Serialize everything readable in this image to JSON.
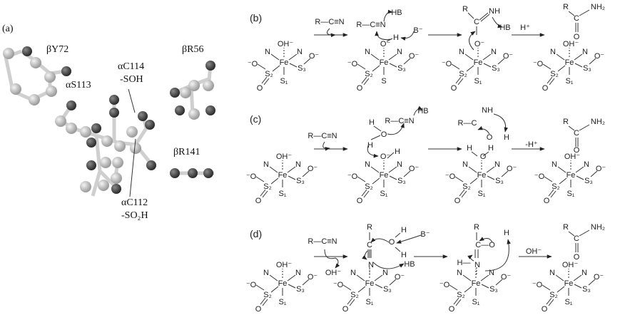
{
  "panel_a": {
    "label": "(a)",
    "residues": [
      "βY72",
      "βR56",
      "αS113",
      "αC114",
      "-SOH",
      "βR141",
      "αC112",
      "-SO₂H"
    ]
  },
  "rows": [
    {
      "label": "(b)",
      "fragments": [
        "R—C≡N",
        "R—C≡N",
        "HB",
        "B⁻",
        "H",
        "R",
        "C",
        "NH",
        "HB",
        "H⁺",
        "R",
        "NH₂",
        "C",
        "O"
      ],
      "complexes": [
        {
          "top": "OH⁻",
          "fe": "Fe",
          "n1": "N",
          "n2": "N",
          "o3": "O⁻",
          "s3": "S₃",
          "s2": "S₂",
          "o2": "⁻O",
          "o2b": "O",
          "s1": "S₁"
        },
        {
          "top": "O⁻",
          "fe": "Fe",
          "n1": "N",
          "n2": "N",
          "o3": "O⁻",
          "s3": "S₃",
          "s2": "S₂",
          "o2": "⁻O",
          "o2b": "O",
          "s1": "S"
        },
        {
          "top": "O⁻",
          "fe": "Fe",
          "n1": "N",
          "n2": "N",
          "o3": "O⁻",
          "s3": "S₃",
          "s2": "S₂",
          "o2": "⁻O",
          "o2b": "O",
          "s1": "S₁"
        },
        {
          "top": "OH⁻",
          "fe": "Fe",
          "n1": "N",
          "n2": "N",
          "o3": "O⁻",
          "s3": "S₃",
          "s2": "S₂",
          "o2": "⁻O",
          "o2b": "O",
          "s1": "S₁"
        }
      ]
    },
    {
      "label": "(c)",
      "fragments": [
        "R—C≡N",
        "R—C≡N",
        "HB",
        "H",
        "O",
        "H",
        "H",
        "NH",
        "R—C",
        "O",
        "H",
        "H",
        "H",
        "-H⁺",
        "R",
        "NH₂",
        "C",
        "O"
      ],
      "complexes": [
        {
          "top": "OH⁻",
          "fe": "Fe",
          "n1": "N",
          "n2": "N",
          "o3": "O⁻",
          "s3": "S₃",
          "s2": "S₂",
          "o2": "⁻O",
          "o2b": "O",
          "s1": "S₁"
        },
        {
          "top": "O⁻",
          "fe": "Fe",
          "n1": "N",
          "n2": "N",
          "o3": "O⁻",
          "s3": "S₃",
          "s2": "S₂",
          "o2": "⁻O",
          "o2b": "O",
          "s1": "S₁"
        },
        {
          "top": "O",
          "fe": "Fe",
          "n1": "N",
          "n2": "N",
          "o3": "O⁻",
          "s3": "S₃",
          "s2": "S₂",
          "o2": "⁻O",
          "o2b": "O",
          "s1": "S₁"
        },
        {
          "top": "OH⁻",
          "fe": "Fe",
          "n1": "N",
          "n2": "N",
          "o3": "O⁻",
          "s3": "S₃",
          "s2": "S₂",
          "o2": "⁻O",
          "o2b": "O",
          "s1": "S₁"
        }
      ]
    },
    {
      "label": "(d)",
      "fragments": [
        "R—C≡N",
        "OH⁻",
        "R",
        "C",
        "H",
        "O",
        "H",
        "B⁻",
        "HB",
        "R",
        "C—O",
        "H",
        "H—",
        "OH⁻",
        "R",
        "NH₂",
        "C",
        "O"
      ],
      "complexes": [
        {
          "top": "OH⁻",
          "fe": "Fe",
          "n1": "N",
          "n2": "N",
          "o3": "O⁻",
          "s3": "S₃",
          "s2": "S₂",
          "o2": "⁻O",
          "o2b": "O",
          "s1": "S₁"
        },
        {
          "top": "N",
          "fe": "Fe",
          "n1": "N",
          "n2": "N",
          "o3": "O⁻",
          "s3": "S₃",
          "s2": "S₂",
          "o2": "⁻O",
          "o2b": "O",
          "s1": "S₁"
        },
        {
          "top": "N",
          "fe": "Fe",
          "n1": "N",
          "n2": "N",
          "o3": "O⁻",
          "s3": "S₃",
          "s2": "S₂",
          "o2": "⁻O",
          "o2b": "O",
          "s1": "S₁"
        },
        {
          "top": "OH⁻",
          "fe": "Fe",
          "n1": "N",
          "n2": "N",
          "o3": "O⁻",
          "s3": "S₃",
          "s2": "S₂",
          "o2": "⁻O",
          "o2b": "O",
          "s1": "S₁"
        }
      ]
    }
  ]
}
